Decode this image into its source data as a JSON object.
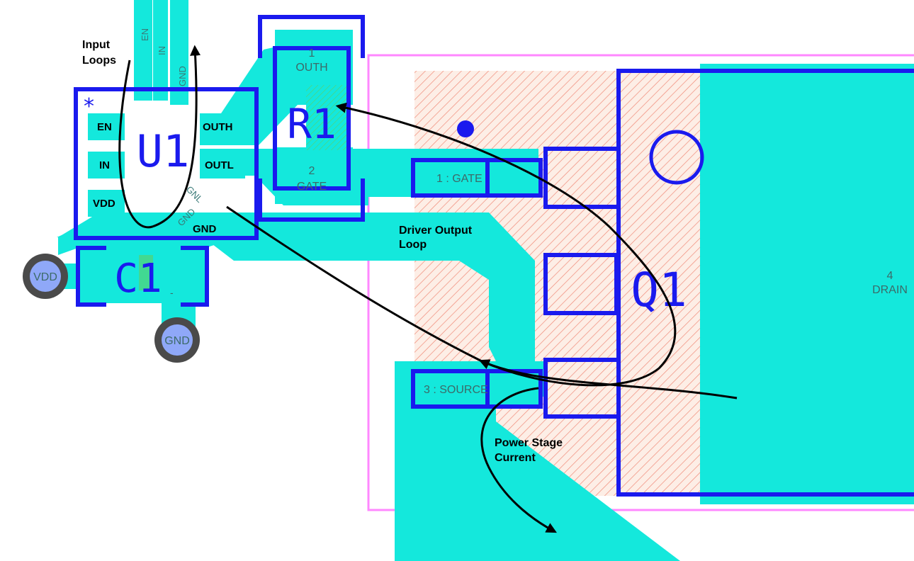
{
  "colors": {
    "copper": "#14e8dc",
    "silkscreen": "#1a1aee",
    "courtyard": "#ff88ff",
    "keepout": "#f08a78",
    "annotation": "#000000",
    "via_ring": "#4a4a4a",
    "via_hole": "#8fa8f8"
  },
  "nets": {
    "en": "EN",
    "in": "IN",
    "gnd": "GND",
    "gnd_short": "GNL",
    "gnd2": "GND"
  },
  "u1": {
    "ref": "U1",
    "pin1_marker": "*",
    "pins": {
      "en": "EN",
      "in": "IN",
      "vdd": "VDD",
      "outh": "OUTH",
      "outl": "OUTL",
      "gnd": "GND"
    }
  },
  "r1": {
    "ref": "R1",
    "pad1_num": "1",
    "pad1_net": "OUTH",
    "pad2_num": "2",
    "pad2_net": "GATE"
  },
  "c1": {
    "ref": "C1",
    "minus": "-"
  },
  "vias": {
    "vdd": "VDD",
    "gnd": "GND"
  },
  "q1": {
    "ref": "Q1",
    "gate": "1 : GATE",
    "source": "3 : SOURCE",
    "drain_num": "4",
    "drain_name": "DRAIN"
  },
  "annotations": {
    "input_loops_line1": "Input",
    "input_loops_line2": "Loops",
    "driver_output_line1": "Driver Output",
    "driver_output_line2": "Loop",
    "power_stage_line1": "Power Stage",
    "power_stage_line2": "Current"
  }
}
